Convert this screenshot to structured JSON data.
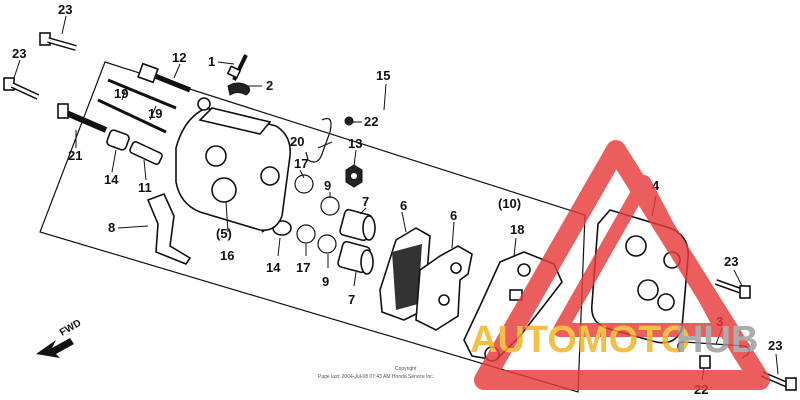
{
  "callouts": {
    "c1": "1",
    "c2": "2",
    "c3": "3",
    "c4": "4",
    "c5": "(5)",
    "c6a": "6",
    "c6b": "6",
    "c7a": "7",
    "c7b": "7",
    "c8": "8",
    "c9a": "9",
    "c9b": "9",
    "c10": "(10)",
    "c11": "11",
    "c12": "12",
    "c13": "13",
    "c14a": "14",
    "c14b": "14",
    "c15": "15",
    "c16": "16",
    "c17a": "17",
    "c17b": "17",
    "c18": "18",
    "c19a": "19",
    "c19b": "19",
    "c20": "20",
    "c21": "21",
    "c22a": "22",
    "c22b": "22",
    "c23a": "23",
    "c23b": "23",
    "c23c": "23",
    "c23d": "23"
  },
  "fwd_label": "FWD",
  "copyright": {
    "line1": "Copyright",
    "line2": "Page last: 2004-Jul-08 07:43 AM Honda Service Inc."
  },
  "watermark": {
    "brand_a": "AUTOMOTO",
    "brand_b": "HUB",
    "colors": {
      "triangle": "#e83a3a",
      "brand_a": "#f2b21e",
      "brand_b": "#9a9a9a"
    }
  }
}
